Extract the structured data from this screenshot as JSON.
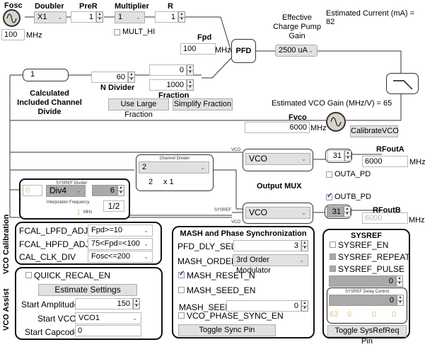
{
  "reference": {
    "fosc_label": "Fosc",
    "fosc_value": "100",
    "fosc_unit": "MHz",
    "doubler_label": "Doubler",
    "doubler_value": "X1",
    "prer_label": "PreR",
    "prer_value": "1",
    "multiplier_label": "Multiplier",
    "multiplier_value": "1",
    "mult_hi_label": "MULT_HI",
    "mult_hi_checked": false,
    "r_label": "R",
    "r_value": "1"
  },
  "pfd": {
    "fpd_label": "Fpd",
    "fpd_value": "100",
    "fpd_unit": "MHz",
    "pfd_label": "PFD",
    "cp_gain_label": "Effective Charge Pump Gain",
    "cp_gain_value": "2500 uA",
    "estimated_current_label": "Estimated Current (mA) =",
    "estimated_current_value": "82"
  },
  "ndivider": {
    "channel_divide_value": "1",
    "channel_divide_label": "Calculated Included Channel Divide",
    "n_value": "60",
    "n_label": "N Divider",
    "fraction_num": "0",
    "fraction_den": "1000",
    "fraction_label": "Fraction",
    "use_large_fraction": "Use Large Fraction",
    "simplify_fraction": "Simplify Fraction"
  },
  "vco": {
    "gain_label": "Estimated VCO Gain (MHz/V) =",
    "gain_value": "65",
    "fvco_label": "Fvco",
    "fvco_value": "6000",
    "fvco_unit": "MHz",
    "calibrate_button": "CalibrateVCO"
  },
  "channel_divider": {
    "title": "Channel Divider",
    "value": "2",
    "calc_a": "2",
    "calc_b": "x 1"
  },
  "sysref_divider": {
    "title": "SYSREF Divider",
    "input_value": "0",
    "div_value": "Div4",
    "count_value": "6",
    "interp_label": "Interpolator Frequency",
    "interp_value": "1",
    "interp_unit": "MHz",
    "ratio_value": "1/2"
  },
  "output_mux": {
    "title": "Output MUX",
    "mux_a_value": "VCO",
    "mux_b_value": "VCO",
    "vco_tag": "VCO",
    "sysref_tag": "SYSREF"
  },
  "outputs": {
    "rfouta_label": "RFoutA",
    "rfouta_power": "31",
    "rfouta_freq": "6000",
    "rfouta_unit": "MHz",
    "outa_pd_label": "OUTA_PD",
    "outa_pd_checked": false,
    "outb_pd_label": "OUTB_PD",
    "outb_pd_checked": true,
    "rfoutb_label": "RFoutB",
    "rfoutb_power": "31",
    "rfoutb_freq": "6000",
    "rfoutb_unit": "MHz"
  },
  "vco_calibration": {
    "section_label": "VCO Calibration",
    "rows": [
      {
        "label": "FCAL_LPFD_ADJ",
        "value": "Fpd>=10"
      },
      {
        "label": "FCAL_HPFD_ADJ",
        "value": "75<Fpd=<100"
      },
      {
        "label": "CAL_CLK_DIV",
        "value": "Fosc<=200"
      }
    ]
  },
  "vco_assist": {
    "section_label": "VCO Assist",
    "quick_recal_label": "QUICK_RECAL_EN",
    "quick_recal_checked": false,
    "estimate_button": "Estimate Settings",
    "start_amplitude_label": "Start Amplitude",
    "start_amplitude_value": "150",
    "start_vco_label": "Start VCO",
    "start_vco_value": "VCO1",
    "start_capcode_label": "Start Capcode",
    "start_capcode_value": "0"
  },
  "mash": {
    "title": "MASH and Phase Synchronization",
    "pfd_dly_sel_label": "PFD_DLY_SEL",
    "pfd_dly_sel_value": "3",
    "mash_order_label": "MASH_ORDER",
    "mash_order_value": "3rd Order Modulator",
    "mash_reset_n_label": "MASH_RESET_N",
    "mash_reset_n_checked": true,
    "mash_seed_en_label": "MASH_SEED_EN",
    "mash_seed_en_checked": false,
    "mash_seed_label": "MASH_SEED",
    "mash_seed_value": "0",
    "vco_phase_sync_label": "VCO_PHASE_SYNC_EN",
    "vco_phase_sync_checked": false,
    "toggle_sync_button": "Toggle Sync Pin"
  },
  "sysref": {
    "title": "SYSREF",
    "sysref_en_label": "SYSREF_EN",
    "sysref_repeat_label": "SYSREF_REPEAT",
    "sysref_pulse_label": "SYSREF_PULSE",
    "top_value": "0",
    "delay_title": "SYSREF Delay Control",
    "delay_value": "0",
    "delay_readouts": [
      "63",
      "0",
      "0",
      "0"
    ],
    "toggle_button": "Toggle SysRefReq Pin"
  }
}
